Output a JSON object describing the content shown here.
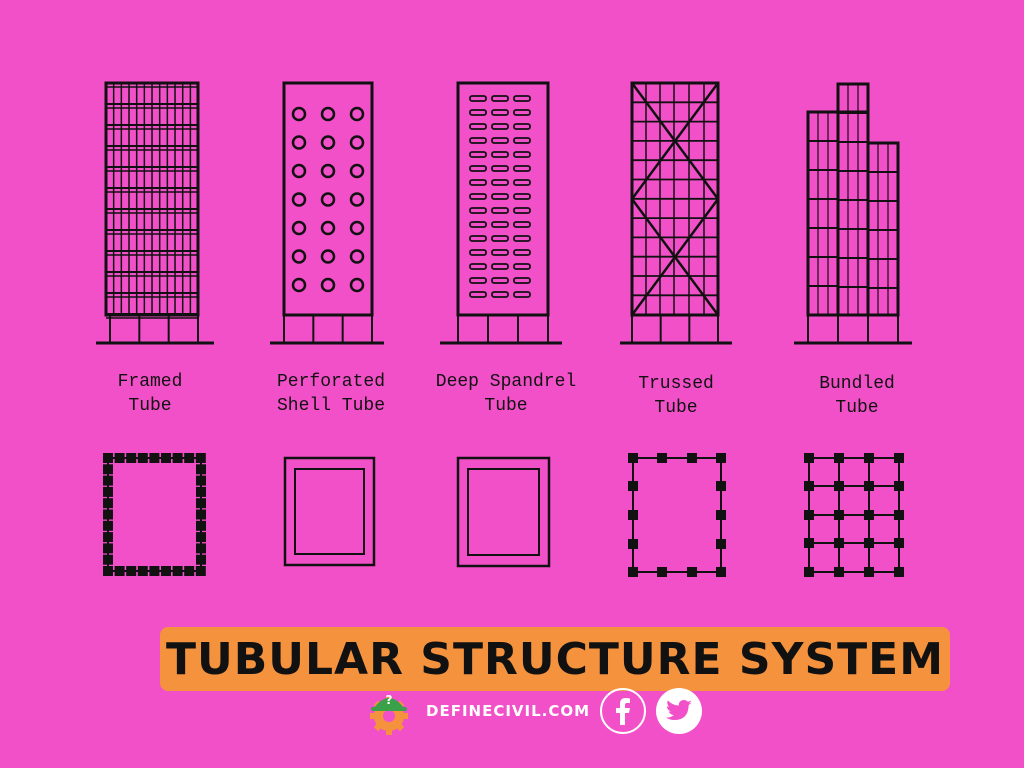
{
  "captions": [
    "Framed\nTube",
    "Perforated\nShell Tube",
    "Deep Spandrel\nTube",
    "Trussed\nTube",
    "Bundled\nTube"
  ],
  "banner_title": "TUBULAR STRUCTURE SYSTEM",
  "site": "DEFINECIVIL.COM",
  "icons": {
    "logo": "definecivil-gear-logo-icon",
    "facebook": "facebook-icon",
    "twitter": "twitter-icon"
  },
  "colors": {
    "background": "#f250c9",
    "banner": "#f5923e",
    "ink": "#111111",
    "logo_gear": "#f5923e",
    "logo_helmet": "#3aa04a"
  }
}
